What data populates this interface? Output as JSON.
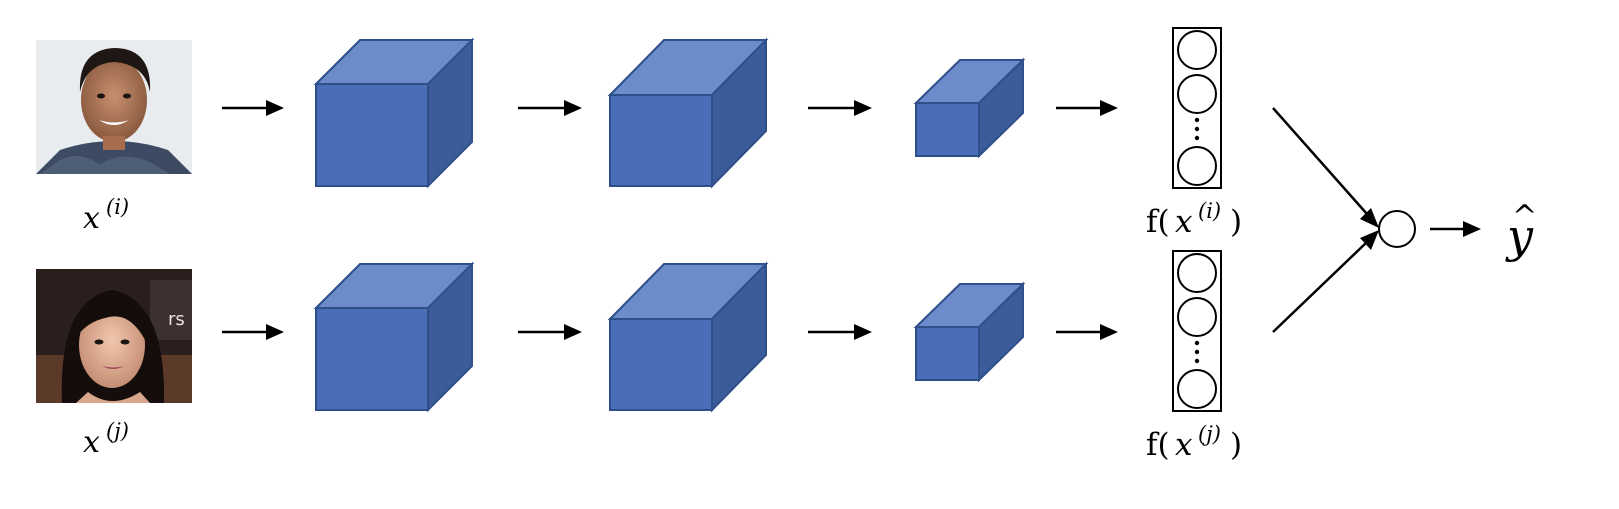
{
  "inputs": [
    {
      "var": "x",
      "sup": "(i)",
      "photo_icon": "face-photo-man"
    },
    {
      "var": "x",
      "sup": "(j)",
      "photo_icon": "face-photo-woman"
    }
  ],
  "encodings": [
    {
      "fn": "f(",
      "var": "x",
      "sup": "(i)",
      "close": ")"
    },
    {
      "fn": "f(",
      "var": "x",
      "sup": "(j)",
      "close": ")"
    }
  ],
  "output": {
    "symbol": "y",
    "hat": "^"
  },
  "colors": {
    "cube_front": "#4a6db8",
    "cube_top": "#6b8bcb",
    "cube_side": "#3b5b9a"
  }
}
